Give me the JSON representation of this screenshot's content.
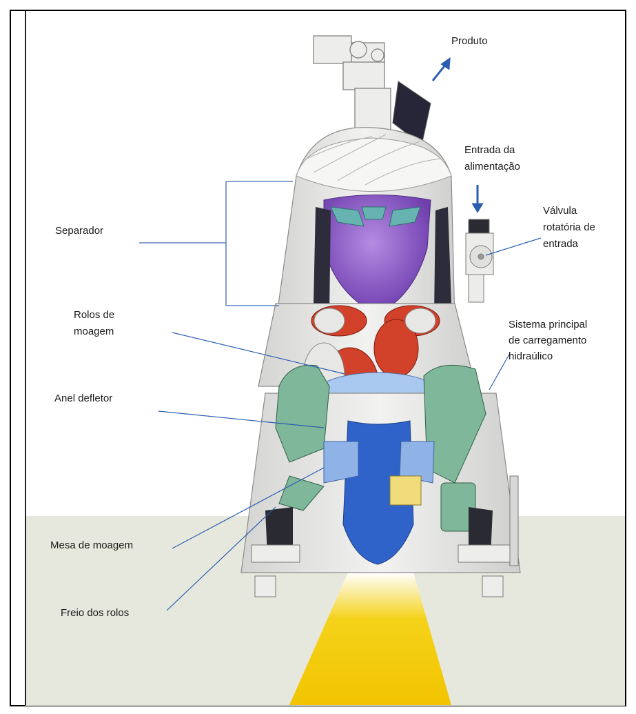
{
  "labels": {
    "produto": "Produto",
    "entrada_line1": "Entrada da",
    "entrada_line2": "alimentação",
    "valvula_line1": "Válvula",
    "valvula_line2": "rotatória de",
    "valvula_line3": "entrada",
    "separador": "Separador",
    "rolos_line1": "Rolos de",
    "rolos_line2": "moagem",
    "sistema_line1": "Sistema principal",
    "sistema_line2": "de carregamento",
    "sistema_line3": "hidraúlico",
    "anel": "Anel defletor",
    "mesa": "Mesa de moagem",
    "freio": "Freio dos rolos"
  },
  "colors": {
    "leader_line": "#2a5db0",
    "mill_body": "#e2e2e0",
    "separator_cone": "#8a55c8",
    "roller": "#d2412a",
    "hydraulic": "#7fb79a",
    "table": "#2f63c9",
    "product_flow": "#f4d21a",
    "floor": "#e7e8dd"
  }
}
